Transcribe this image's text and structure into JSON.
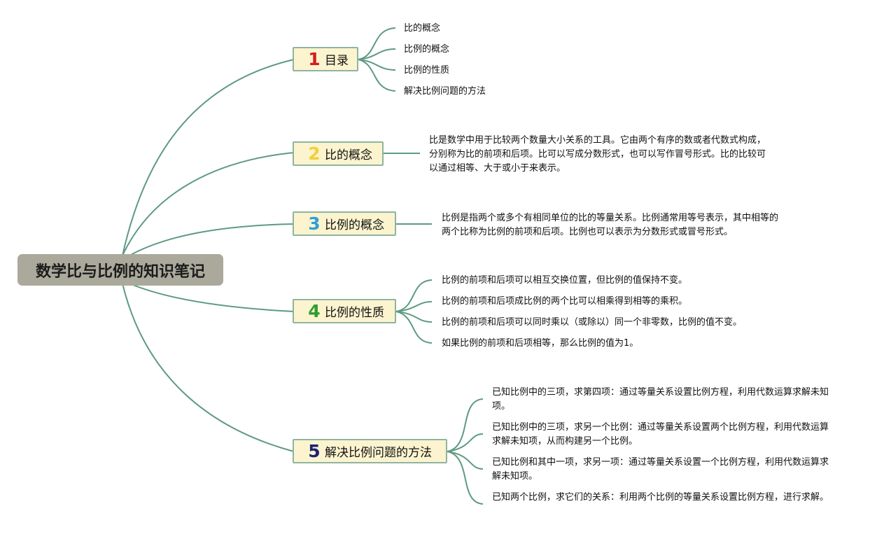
{
  "root": {
    "title": "数学比与比例的知识笔记"
  },
  "branches": [
    {
      "number": "1",
      "label": "目录",
      "number_color": "#d71a20",
      "items": [
        "比的概念",
        "比例的概念",
        "比例的性质",
        "解决比例问题的方法"
      ]
    },
    {
      "number": "2",
      "label": "比的概念",
      "number_color": "#f2cf3a",
      "text": "比是数学中用于比较两个数量大小关系的工具。它由两个有序的数或者代数式构成，分别称为比的前项和后项。比可以写成分数形式，也可以写作冒号形式。比的比较可以通过相等、大于或小于来表示。"
    },
    {
      "number": "3",
      "label": "比例的概念",
      "number_color": "#2f9fd8",
      "text": "比例是指两个或多个有相同单位的比的等量关系。比例通常用等号表示，其中相等的两个比称为比例的前项和后项。比例也可以表示为分数形式或冒号形式。"
    },
    {
      "number": "4",
      "label": "比例的性质",
      "number_color": "#2e9e2e",
      "items": [
        "比例的前项和后项可以相互交换位置，但比例的值保持不变。",
        "比例的前项和后项成比例的两个比可以相乘得到相等的乘积。",
        "比例的前项和后项可以同时乘以（或除以）同一个非零数，比例的值不变。",
        "如果比例的前项和后项相等，那么比例的值为1。"
      ]
    },
    {
      "number": "5",
      "label": "解决比例问题的方法",
      "number_color": "#1c2472",
      "items": [
        "已知比例中的三项，求第四项：通过等量关系设置比例方程，利用代数运算求解未知项。",
        "已知比例中的三项，求另一个比例：通过等量关系设置两个比例方程，利用代数运算求解未知项，从而构建另一个比例。",
        "已知比例和其中一项，求另一项：通过等量关系设置一个比例方程，利用代数运算求解未知项。",
        "已知两个比例，求它们的关系：利用两个比例的等量关系设置比例方程，进行求解。"
      ]
    }
  ],
  "colors": {
    "line": "#5e9a82",
    "root_bg": "#aaa99c",
    "branch_bg": "#fbf4cf",
    "branch_border": "#8fb4a0"
  }
}
